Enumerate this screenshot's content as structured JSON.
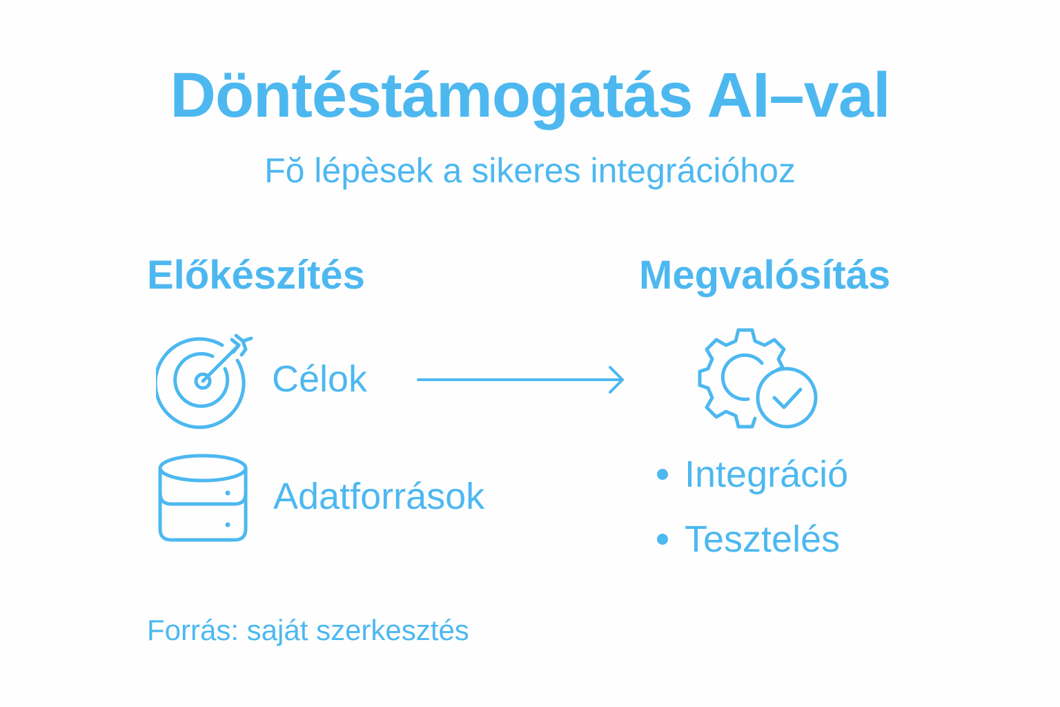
{
  "header": {
    "title": "Döntéstámogatás AI–val",
    "subtitle": "Fŏ lépèsek a sikeres integrációhoz"
  },
  "left_section": {
    "heading": "Előkészítés",
    "items": [
      {
        "label": "Célok",
        "icon": "target-icon"
      },
      {
        "label": "Adatforrások",
        "icon": "database-icon"
      }
    ]
  },
  "connector": {
    "icon": "arrow-right-icon"
  },
  "right_section": {
    "heading": "Megvalósítás",
    "icon": "gear-check-icon",
    "bullets": [
      "Integráció",
      "Tesztelés"
    ]
  },
  "footer": {
    "source": "Forrás: saját szerkesztés"
  },
  "colors": {
    "accent": "#4db8f0",
    "background": "#fefefe"
  }
}
